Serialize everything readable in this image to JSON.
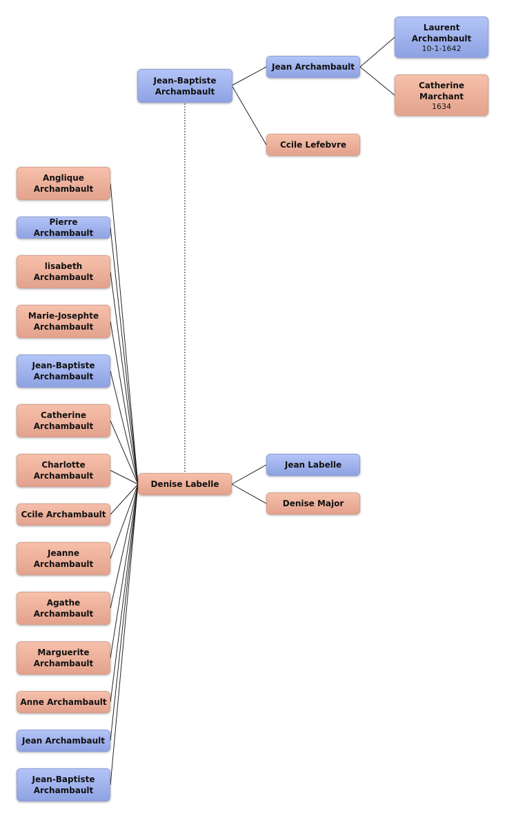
{
  "colors": {
    "male": "#9fb2ee",
    "female": "#eeb09b",
    "line": "#222222"
  },
  "ancestors": {
    "father": {
      "name_line1": "Jean-Baptiste",
      "name_line2": "Archambault"
    },
    "paternal_grandfather": {
      "name": "Jean Archambault"
    },
    "paternal_grandmother": {
      "name": "Ccile Lefebvre"
    },
    "great_grandfather": {
      "name_line1": "Laurent",
      "name_line2": "Archambault",
      "date": "10-1-1642"
    },
    "great_grandmother": {
      "name_line1": "Catherine",
      "name_line2": "Marchant",
      "date": "1634"
    }
  },
  "mother": {
    "name": "Denise Labelle"
  },
  "maternal": {
    "father": {
      "name": "Jean Labelle"
    },
    "mother": {
      "name": "Denise Major"
    }
  },
  "children": [
    {
      "line1": "Anglique",
      "line2": "Archambault",
      "sex": "female"
    },
    {
      "line1": "Pierre Archambault",
      "line2": "",
      "sex": "male"
    },
    {
      "line1": "lisabeth",
      "line2": "Archambault",
      "sex": "female"
    },
    {
      "line1": "Marie-Josephte",
      "line2": "Archambault",
      "sex": "female"
    },
    {
      "line1": "Jean-Baptiste",
      "line2": "Archambault",
      "sex": "male"
    },
    {
      "line1": "Catherine",
      "line2": "Archambault",
      "sex": "female"
    },
    {
      "line1": "Charlotte",
      "line2": "Archambault",
      "sex": "female"
    },
    {
      "line1": "Ccile Archambault",
      "line2": "",
      "sex": "female"
    },
    {
      "line1": "Jeanne",
      "line2": "Archambault",
      "sex": "female"
    },
    {
      "line1": "Agathe",
      "line2": "Archambault",
      "sex": "female"
    },
    {
      "line1": "Marguerite",
      "line2": "Archambault",
      "sex": "female"
    },
    {
      "line1": "Anne Archambault",
      "line2": "",
      "sex": "female"
    },
    {
      "line1": "Jean Archambault",
      "line2": "",
      "sex": "male"
    },
    {
      "line1": "Jean-Baptiste",
      "line2": "Archambault",
      "sex": "male"
    }
  ]
}
